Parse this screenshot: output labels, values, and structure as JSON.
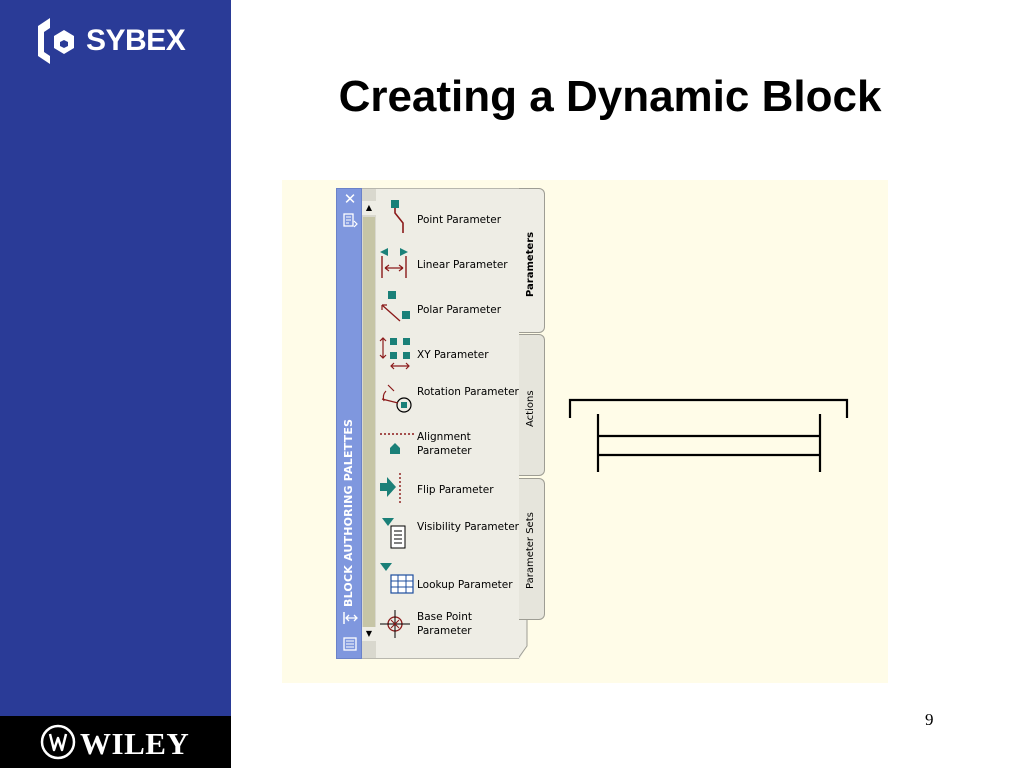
{
  "brand": {
    "sybex": "SYBEX",
    "wiley": "WILEY"
  },
  "slide": {
    "title": "Creating a Dynamic Block",
    "page_number": "9"
  },
  "palette": {
    "title": "BLOCK AUTHORING PALETTES",
    "tabs": [
      {
        "label": "Parameters",
        "active": true
      },
      {
        "label": "Actions",
        "active": false
      },
      {
        "label": "Parameter Sets",
        "active": false
      }
    ],
    "tools": [
      {
        "label": "Point Parameter",
        "icon": "point-parameter-icon"
      },
      {
        "label": "Linear Parameter",
        "icon": "linear-parameter-icon"
      },
      {
        "label": "Polar Parameter",
        "icon": "polar-parameter-icon"
      },
      {
        "label": "XY Parameter",
        "icon": "xy-parameter-icon"
      },
      {
        "label": "Rotation Parameter",
        "icon": "rotation-parameter-icon"
      },
      {
        "label": "Alignment Parameter",
        "icon": "alignment-parameter-icon"
      },
      {
        "label": "Flip Parameter",
        "icon": "flip-parameter-icon"
      },
      {
        "label": "Visibility Parameter",
        "icon": "visibility-parameter-icon"
      },
      {
        "label": "Lookup Parameter",
        "icon": "lookup-parameter-icon"
      },
      {
        "label": "Base Point Parameter",
        "icon": "base-point-parameter-icon"
      }
    ]
  },
  "colors": {
    "sidebar": "#2a3b97",
    "accent_teal": "#1a8078",
    "icon_red": "#8b1a1a"
  }
}
